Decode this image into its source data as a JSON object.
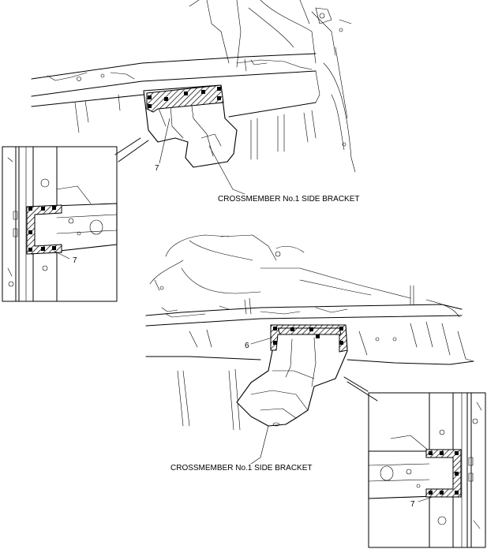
{
  "labels": {
    "top_bracket": "CROSSMEMBER No.1 SIDE BRACKET",
    "bottom_bracket": "CROSSMEMBER No.1 SIDE BRACKET",
    "callout_top": "7",
    "callout_top_detail": "7",
    "callout_bottom": "6",
    "callout_bottom_detail": "7"
  }
}
